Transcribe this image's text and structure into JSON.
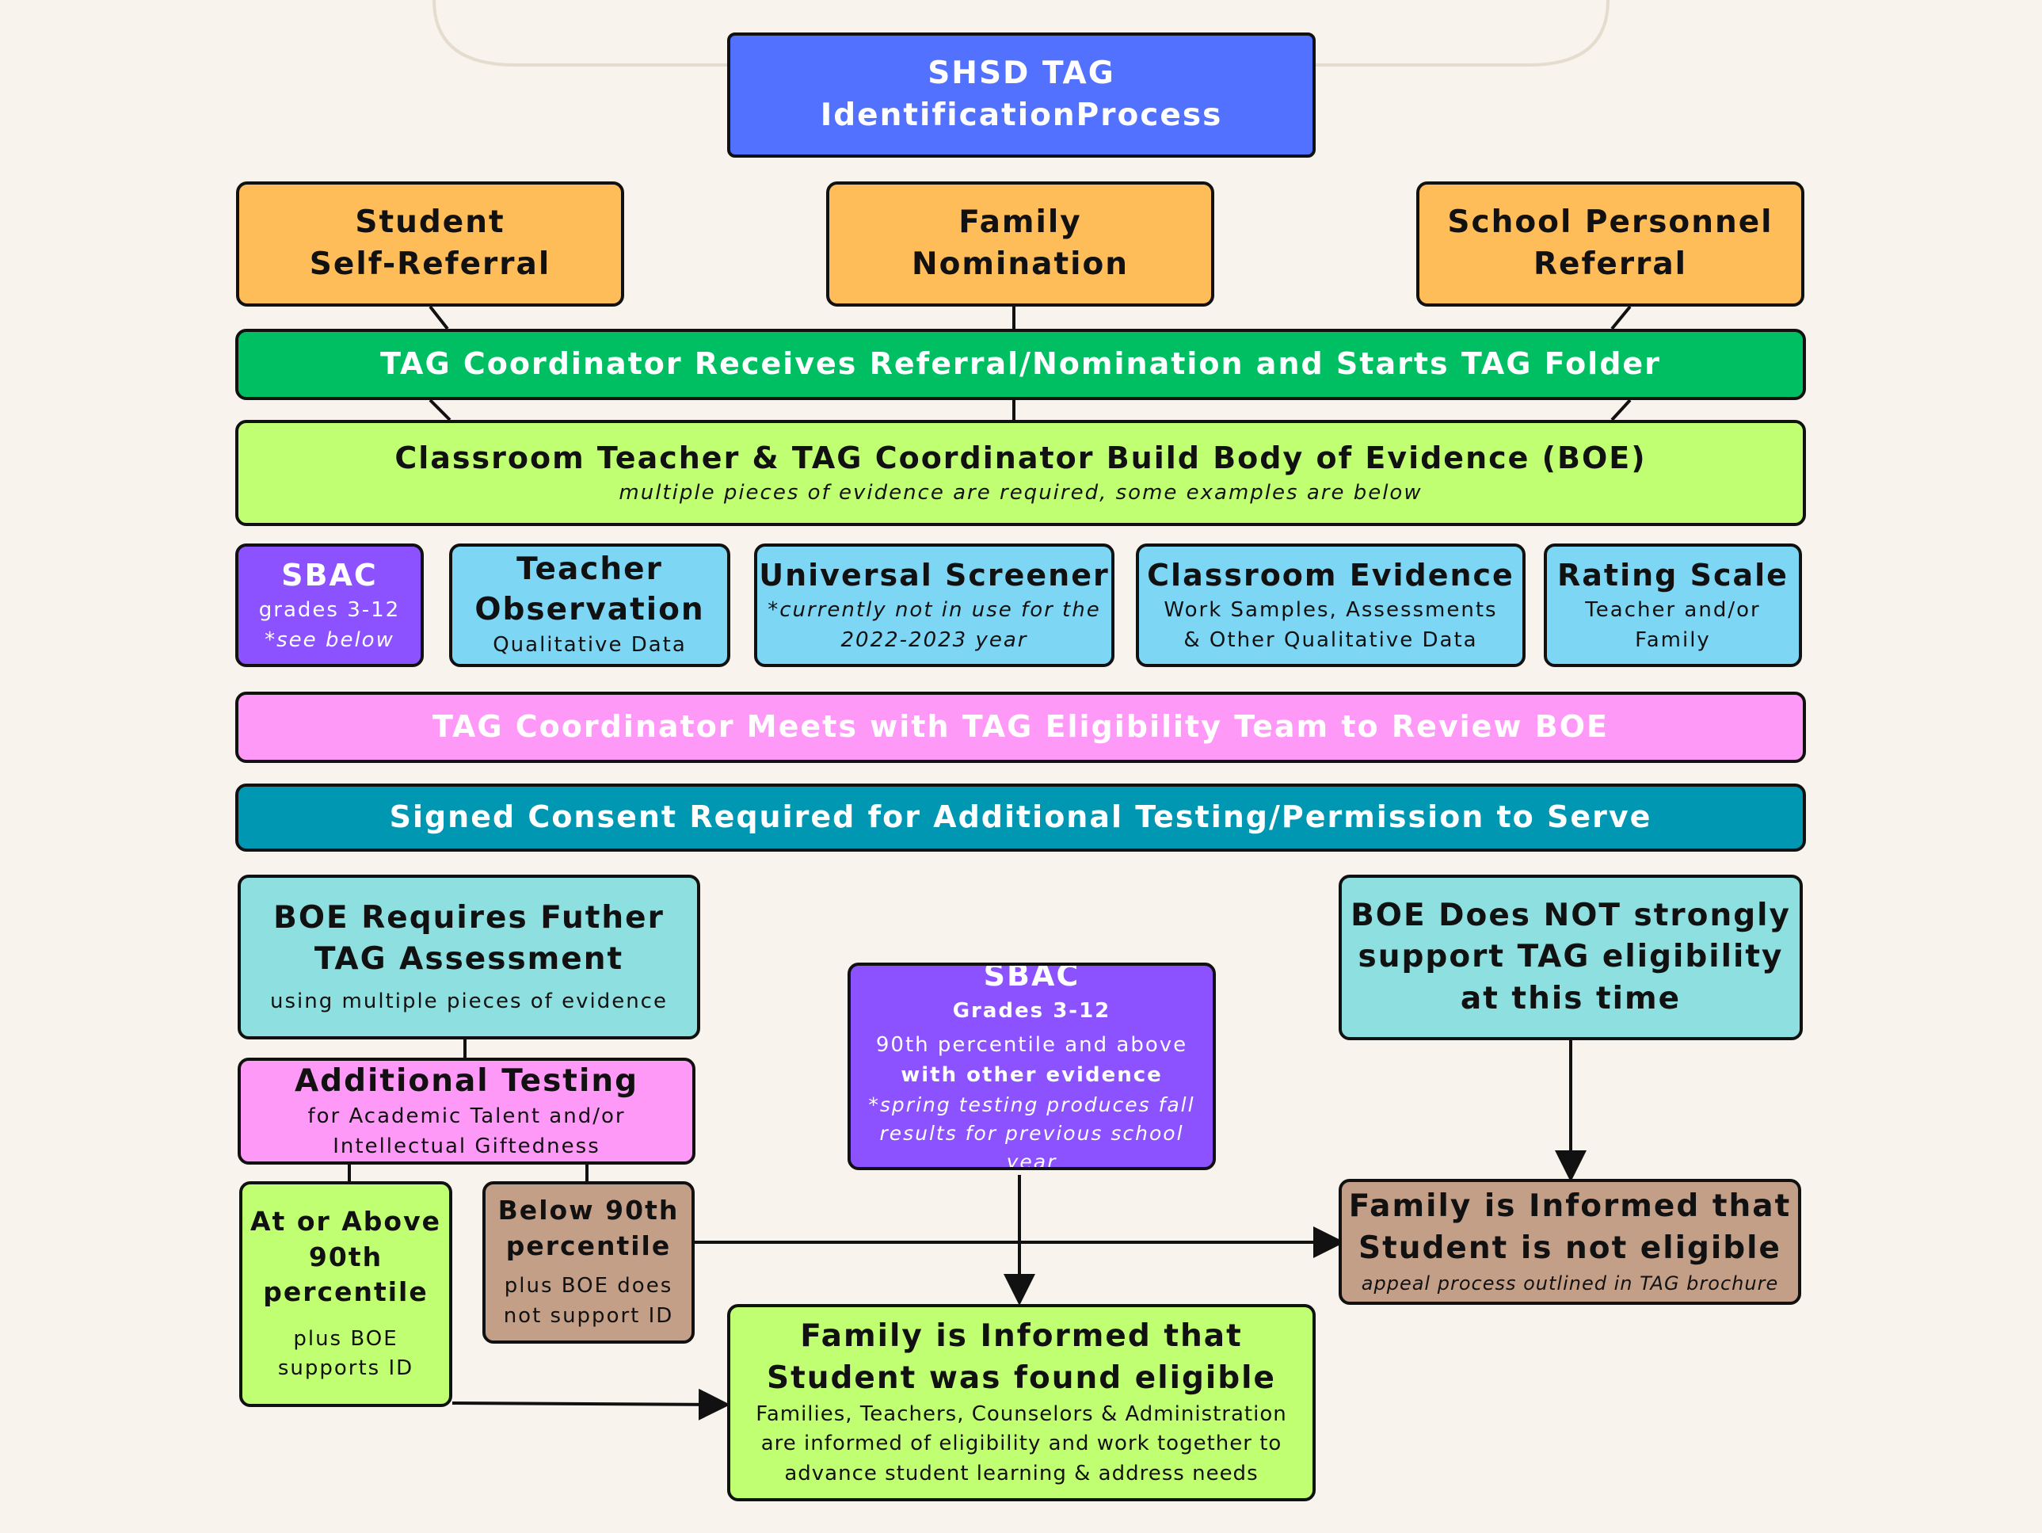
{
  "colors": {
    "background": "#f8f3ec",
    "title": "#5271ff",
    "referral": "#ffbd59",
    "coordinator": "#00bf63",
    "evidence": "#c1ff72",
    "purple": "#8c52ff",
    "blue": "#7ed6f5",
    "pink": "#ff99f8",
    "teal": "#0097b2",
    "aqua": "#8ddfe0",
    "tan": "#c49f88"
  },
  "title": {
    "line1": "SHSD TAG",
    "line2": "IdentificationProcess"
  },
  "referrals": {
    "student": {
      "line1": "Student",
      "line2": "Self-Referral"
    },
    "family": {
      "line1": "Family",
      "line2": "Nomination"
    },
    "school": {
      "line1": "School Personnel",
      "line2": "Referral"
    }
  },
  "coordinator_receives": "TAG Coordinator Receives Referral/Nomination and Starts TAG Folder",
  "boe": {
    "title": "Classroom Teacher & TAG Coordinator Build Body of Evidence (BOE)",
    "note": "multiple pieces of evidence are required, some examples are below"
  },
  "evidence_items": {
    "sbac": {
      "title": "SBAC",
      "sub": "grades 3-12",
      "note": "*see below"
    },
    "teacher": {
      "line1": "Teacher",
      "line2": "Observation",
      "sub": "Qualitative Data"
    },
    "screener": {
      "title": "Universal Screener",
      "note1": "*currently not in use for the",
      "note2": "2022-2023 year"
    },
    "classroom": {
      "title": "Classroom Evidence",
      "sub1": "Work Samples, Assessments",
      "sub2": "& Other Qualitative Data"
    },
    "rating": {
      "title": "Rating Scale",
      "sub1": "Teacher and/or",
      "sub2": "Family"
    }
  },
  "team_review": "TAG Coordinator Meets with TAG Eligibility Team to Review BOE",
  "consent": "Signed Consent Required for Additional Testing/Permission to Serve",
  "further": {
    "line1": "BOE Requires Futher",
    "line2": "TAG Assessment",
    "sub": "using multiple pieces of evidence"
  },
  "not_support": {
    "line1": "BOE Does NOT strongly",
    "line2": "support TAG eligibility",
    "line3": "at this time"
  },
  "sbac_detail": {
    "title": "SBAC",
    "grades": "Grades 3-12",
    "line1": "90th percentile and above",
    "line2": "with other evidence",
    "note1": "*spring testing produces fall",
    "note2": "results for previous school year"
  },
  "additional": {
    "title": "Additional Testing",
    "sub1": "for Academic Talent and/or",
    "sub2": "Intellectual Giftedness"
  },
  "above": {
    "line1": "At or Above",
    "line2": "90th",
    "line3": "percentile",
    "sub1": "plus BOE",
    "sub2": "supports ID"
  },
  "below": {
    "line1": "Below 90th",
    "line2": "percentile",
    "sub1": "plus BOE does",
    "sub2": "not support ID"
  },
  "not_eligible": {
    "line1": "Family is Informed that",
    "line2": "Student is not eligible",
    "note": "appeal process outlined in TAG brochure"
  },
  "eligible": {
    "line1": "Family is Informed that",
    "line2": "Student was found eligible",
    "sub1": "Families, Teachers, Counselors & Administration",
    "sub2": "are informed of eligibility and work together to",
    "sub3": "advance student learning & address needs"
  }
}
